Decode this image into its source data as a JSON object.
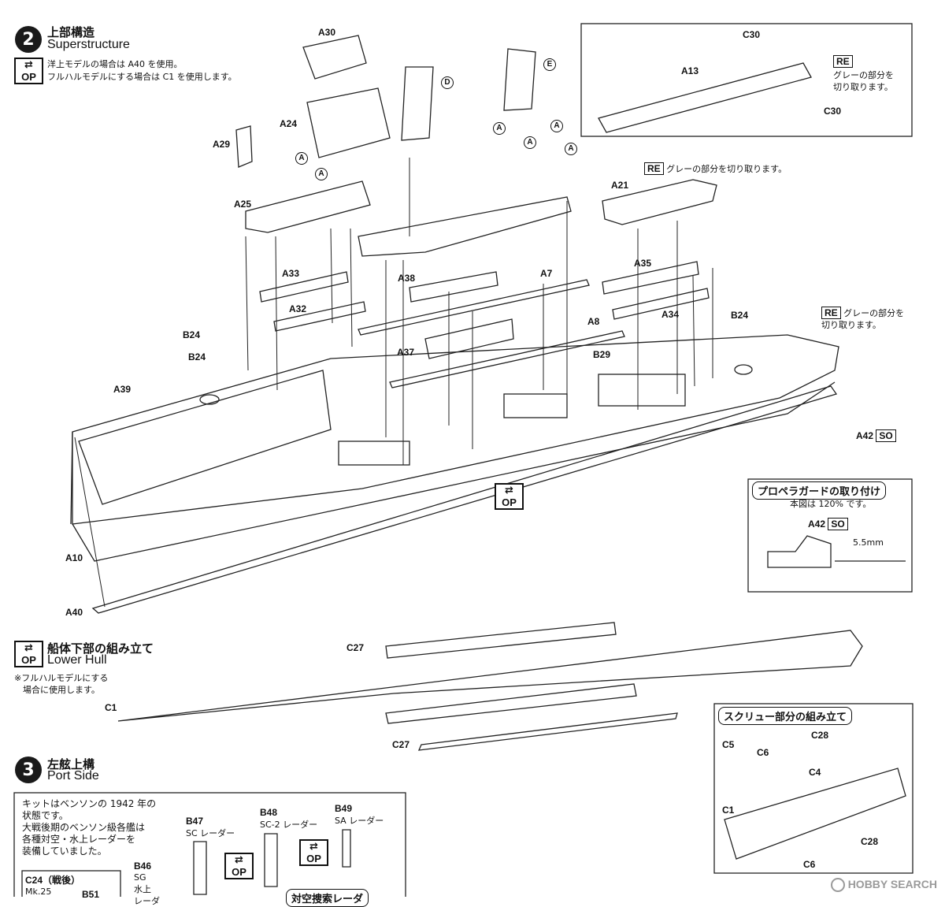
{
  "step2": {
    "number": "2",
    "title_jp": "上部構造",
    "title_en": "Superstructure",
    "note1": "洋上モデルの場合は A40 を使用。",
    "note2": "フルハルモデルにする場合は C1 を使用します。"
  },
  "parts": {
    "a30": "A30",
    "a24": "A24",
    "a29": "A29",
    "a25": "A25",
    "d": "D",
    "e": "E",
    "a_marker": "A",
    "a21": "A21",
    "a33": "A33",
    "a32": "A32",
    "a38": "A38",
    "a7": "A7",
    "a35": "A35",
    "a34": "A34",
    "a8": "A8",
    "a37": "A37",
    "b24": "B24",
    "b29": "B29",
    "a39": "A39",
    "a10": "A10",
    "a40": "A40",
    "a42": "A42",
    "so": "SO",
    "re": "RE",
    "c30": "C30",
    "a13": "A13"
  },
  "inset_re": {
    "text": "グレーの部分を\n切り取ります。"
  },
  "re_note_mid": "グレーの部分を切り取ります。",
  "re_note_stern": "グレーの部分を\n切り取ります。",
  "propguard": {
    "title": "プロペラガードの取り付け",
    "scale": "本図は 120% です。",
    "dimension": "5.5mm"
  },
  "lower_hull": {
    "title_jp": "船体下部の組み立て",
    "title_en": "Lower Hull",
    "note": "※フルハルモデルにする\n　場合に使用します。",
    "c27": "C27",
    "c1": "C1"
  },
  "screw": {
    "title": "スクリュー部分の組み立て",
    "c5": "C5",
    "c6": "C6",
    "c28": "C28",
    "c4": "C4",
    "c1": "C1"
  },
  "step3": {
    "number": "3",
    "title_jp": "左舷上構",
    "title_en": "Port Side",
    "note": "キットはベンソンの 1942 年の\n状態です。\n大戦後期のベンソン級各艦は\n各種対空・水上レーダーを\n装備していました。",
    "c24": "C24（戦後）",
    "mk25": "Mk.25",
    "b51": "B51",
    "b46": "B46",
    "b46_sub": "SG\n水上\nレーダ",
    "b47": "B47",
    "b47_sub": "SC レーダー",
    "b48": "B48",
    "b48_sub": "SC-2 レーダー",
    "b49": "B49",
    "b49_sub": "SA レーダー",
    "bottom_cut": "対空捜索レーダ"
  },
  "op_label": "OP",
  "watermark": "HOBBY SEARCH"
}
